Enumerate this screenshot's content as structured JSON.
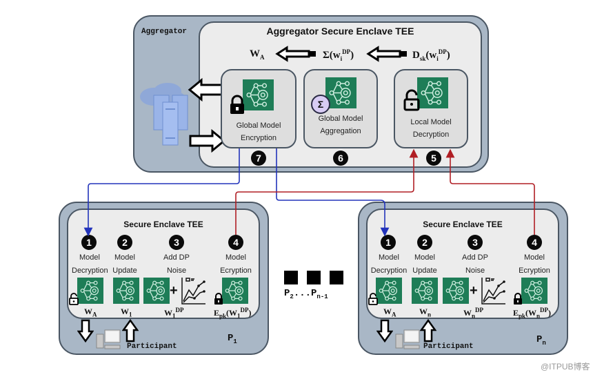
{
  "aggregator": {
    "label": "Aggregator",
    "enclave_title": "Aggregator Secure Enclave TEE",
    "formula": {
      "wa": "W",
      "wa_sub": "A",
      "sum": "Σ(w",
      "sum_sub": "i",
      "sum_sup": "DP",
      "sum_close": ")",
      "dec": "D",
      "dec_sub": "sk",
      "dec_mid": "(w",
      "dec_sub2": "i",
      "dec_sup": "DP",
      "dec_close": ")"
    },
    "cards": [
      {
        "line1": "Global Model",
        "line2": "Encryption",
        "step": "7",
        "icon": "lock-closed-icon"
      },
      {
        "line1": "Global Model",
        "line2": "Aggregation",
        "step": "6",
        "icon": "sigma-icon",
        "badge": "Σ"
      },
      {
        "line1": "Local Model",
        "line2": "Decryption",
        "step": "5",
        "icon": "lock-open-icon"
      }
    ]
  },
  "participants": [
    {
      "enclave_title": "Secure Enclave TEE",
      "steps": [
        {
          "num": "1",
          "line1": "Model",
          "line2": "Decryption"
        },
        {
          "num": "2",
          "line1": "Model",
          "line2": "Update"
        },
        {
          "num": "3",
          "line1": "Add DP",
          "line2": "Noise"
        },
        {
          "num": "4",
          "line1": "Model",
          "line2": "Ecryption"
        }
      ],
      "vars": {
        "wa": "W",
        "wa_sub": "A",
        "wi": "W",
        "wi_sub": "1",
        "wdp": "W",
        "wdp_sub": "1",
        "wdp_sup": "DP",
        "enc": "E",
        "enc_sub": "pk",
        "enc_mid": "(W",
        "enc_sub2": "1",
        "enc_sup": "DP",
        "enc_close": ")"
      },
      "participant_label": "Participant",
      "id": "P",
      "id_sub": "1"
    },
    {
      "enclave_title": "Secure Enclave TEE",
      "steps": [
        {
          "num": "1",
          "line1": "Model",
          "line2": "Decryption"
        },
        {
          "num": "2",
          "line1": "Model",
          "line2": "Update"
        },
        {
          "num": "3",
          "line1": "Add DP",
          "line2": "Noise"
        },
        {
          "num": "4",
          "line1": "Model",
          "line2": "Ecryption"
        }
      ],
      "vars": {
        "wa": "W",
        "wa_sub": "A",
        "wi": "W",
        "wi_sub": "n",
        "wdp": "W",
        "wdp_sub": "n",
        "wdp_sup": "DP",
        "enc": "E",
        "enc_sub": "pk",
        "enc_mid": "(W",
        "enc_sub2": "n",
        "enc_sup": "DP",
        "enc_close": ")"
      },
      "participant_label": "Participant",
      "id": "P",
      "id_sub": "n"
    }
  ],
  "middle": {
    "label_p": "P",
    "label_sub1": "2",
    "label_dots": "...P",
    "label_sub2": "n-1"
  },
  "colors": {
    "blue_line": "#2233bb",
    "red_line": "#b01e24",
    "nn_green": "#1e7d57",
    "outer_fill": "#a9b7c6"
  },
  "watermark": "@ITPUB博客"
}
